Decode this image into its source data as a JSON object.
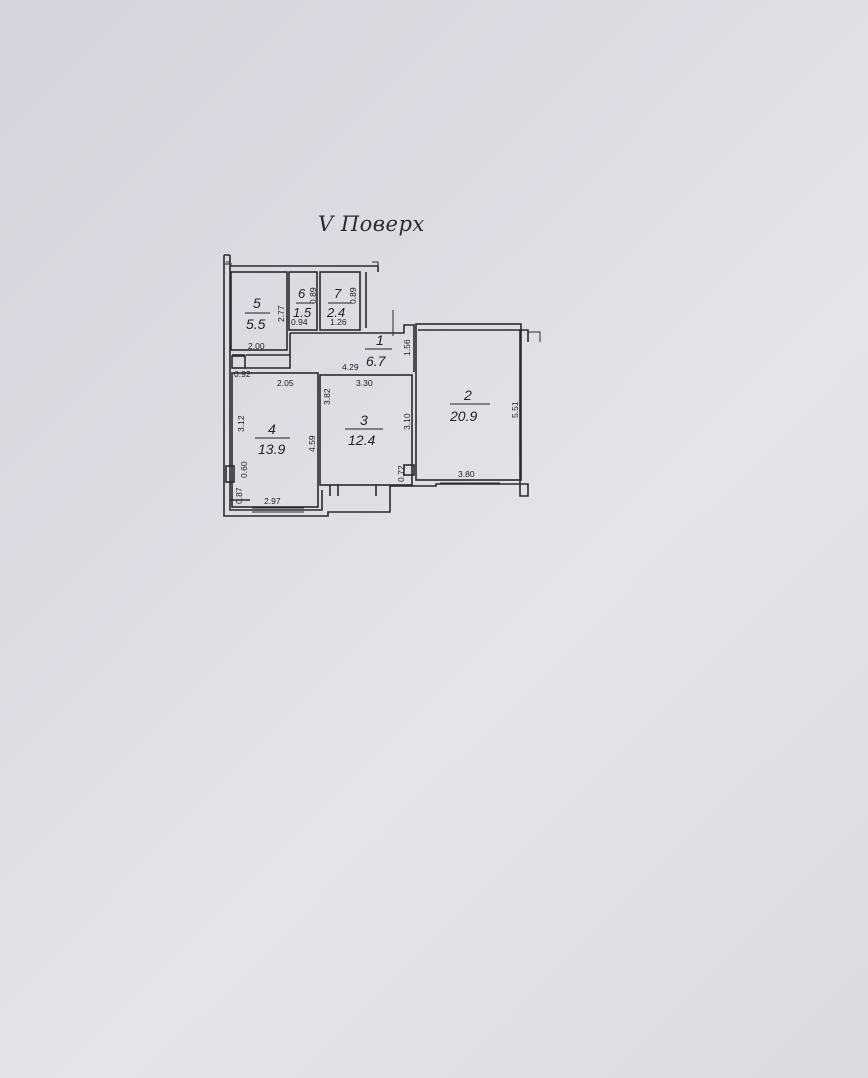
{
  "title": "V Поверх",
  "rooms": [
    {
      "id": "1",
      "area": "6.7"
    },
    {
      "id": "2",
      "area": "20.9"
    },
    {
      "id": "3",
      "area": "12.4"
    },
    {
      "id": "4",
      "area": "13.9"
    },
    {
      "id": "5",
      "area": "5.5"
    },
    {
      "id": "6",
      "area": "1.5"
    },
    {
      "id": "7",
      "area": "2.4"
    }
  ],
  "dimensions": {
    "d_2_77": "2.77",
    "d_2_00": "2.00",
    "d_0_92": "0.92",
    "d_2_05": "2.05",
    "d_3_12": "3.12",
    "d_0_60": "0.60",
    "d_0_87": "0.87",
    "d_2_97": "2.97",
    "d_4_59": "4.59",
    "d_3_82": "3.82",
    "d_4_29": "4.29",
    "d_3_30": "3.30",
    "d_3_10": "3.10",
    "d_0_72": "0.72",
    "d_1_56": "1.56",
    "d_5_51": "5.51",
    "d_3_80": "3.80",
    "d_0_94": "0.94",
    "d_1_26": "1.26",
    "d_0_89a": "0.89",
    "d_0_89b": "0.89"
  }
}
